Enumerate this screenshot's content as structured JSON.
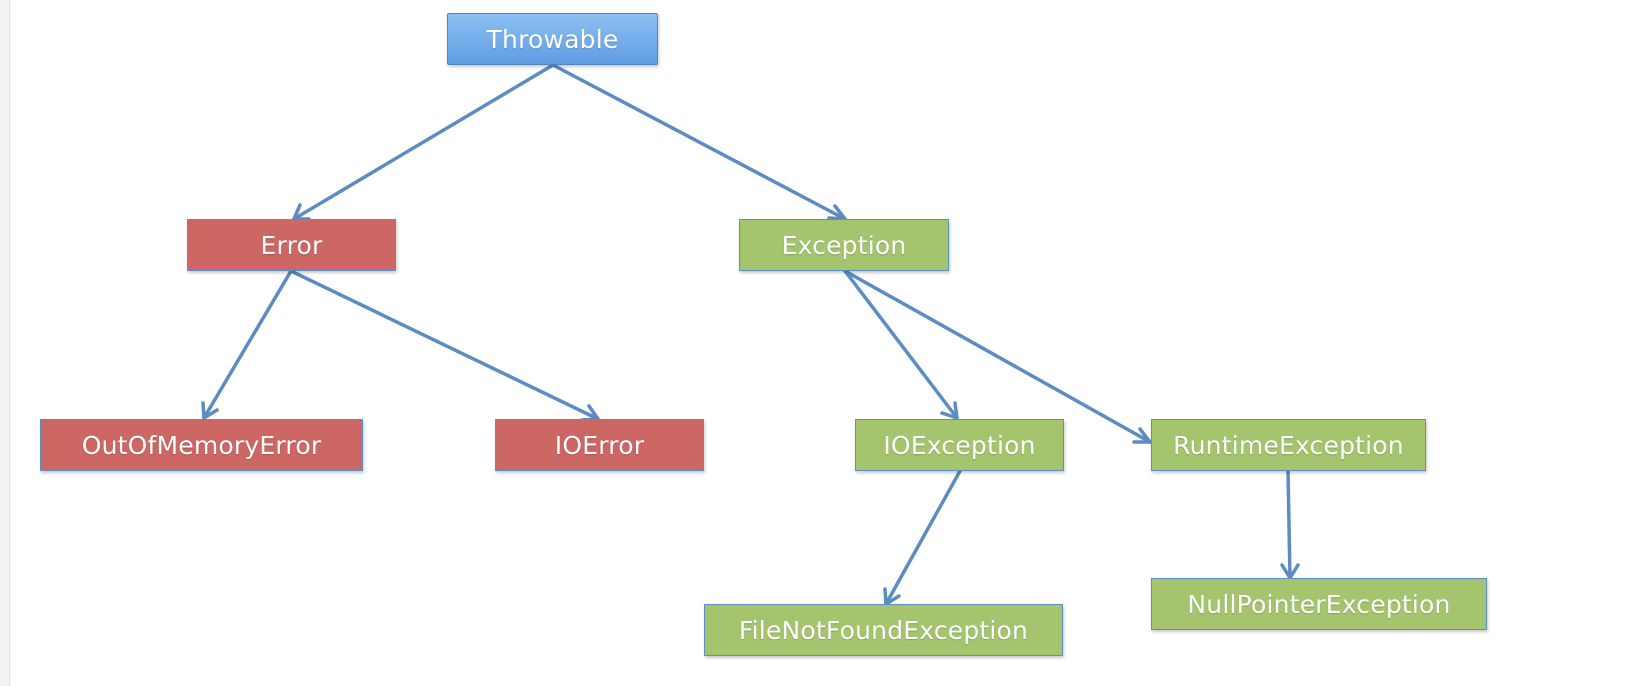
{
  "diagram": {
    "nodes": [
      {
        "id": "throwable",
        "label": "Throwable",
        "color": "#6ea8e8"
      },
      {
        "id": "error",
        "label": "Error",
        "color": "#cd6764"
      },
      {
        "id": "exception",
        "label": "Exception",
        "color": "#a5c46e"
      },
      {
        "id": "out_of_memory_error",
        "label": "OutOfMemoryError",
        "color": "#cd6764"
      },
      {
        "id": "io_error",
        "label": "IOError",
        "color": "#cd6764"
      },
      {
        "id": "io_exception",
        "label": "IOException",
        "color": "#a5c46e"
      },
      {
        "id": "runtime_exception",
        "label": "RuntimeException",
        "color": "#a5c46e"
      },
      {
        "id": "file_not_found_exception",
        "label": "FileNotFoundException",
        "color": "#a5c46e"
      },
      {
        "id": "null_pointer_exception",
        "label": "NullPointerException",
        "color": "#a5c46e"
      }
    ],
    "edges": [
      {
        "from": "throwable",
        "to": "error"
      },
      {
        "from": "throwable",
        "to": "exception"
      },
      {
        "from": "error",
        "to": "out_of_memory_error"
      },
      {
        "from": "error",
        "to": "io_error"
      },
      {
        "from": "exception",
        "to": "io_exception"
      },
      {
        "from": "exception",
        "to": "runtime_exception"
      },
      {
        "from": "io_exception",
        "to": "file_not_found_exception"
      },
      {
        "from": "runtime_exception",
        "to": "null_pointer_exception"
      }
    ],
    "edge_color": "#5b8cc2"
  }
}
